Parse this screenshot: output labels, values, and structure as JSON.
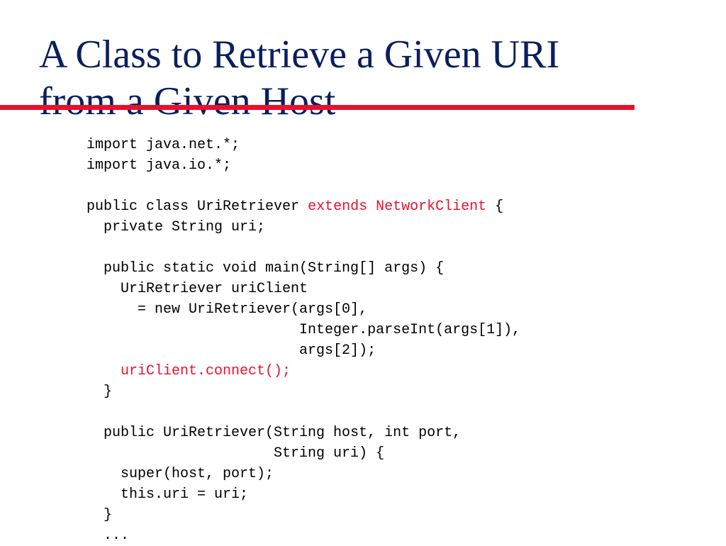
{
  "slide": {
    "title_lines": [
      "A Class to Retrieve a Given URI",
      "from a Given Host"
    ],
    "colors": {
      "title": "#0a1f5c",
      "rule": "#e8112d",
      "code": "#000000",
      "highlight": "#e8112d"
    },
    "code": {
      "l1": "import java.net.*;",
      "l2": "import java.io.*;",
      "l3": "",
      "l4a": "public class UriRetriever ",
      "l4b": "extends NetworkClient",
      "l4c": " {",
      "l5": "  private String uri;",
      "l6": "",
      "l7": "  public static void main(String[] args) {",
      "l8": "    UriRetriever uriClient",
      "l9": "      = new UriRetriever(args[0],",
      "l10": "                         Integer.parseInt(args[1]),",
      "l11": "                         args[2]);",
      "l12a": "    ",
      "l12b": "uriClient.connect();",
      "l13": "  }",
      "l14": "",
      "l15": "  public UriRetriever(String host, int port,",
      "l16": "                      String uri) {",
      "l17": "    super(host, port);",
      "l18": "    this.uri = uri;",
      "l19": "  }",
      "l20": "  ..."
    }
  }
}
